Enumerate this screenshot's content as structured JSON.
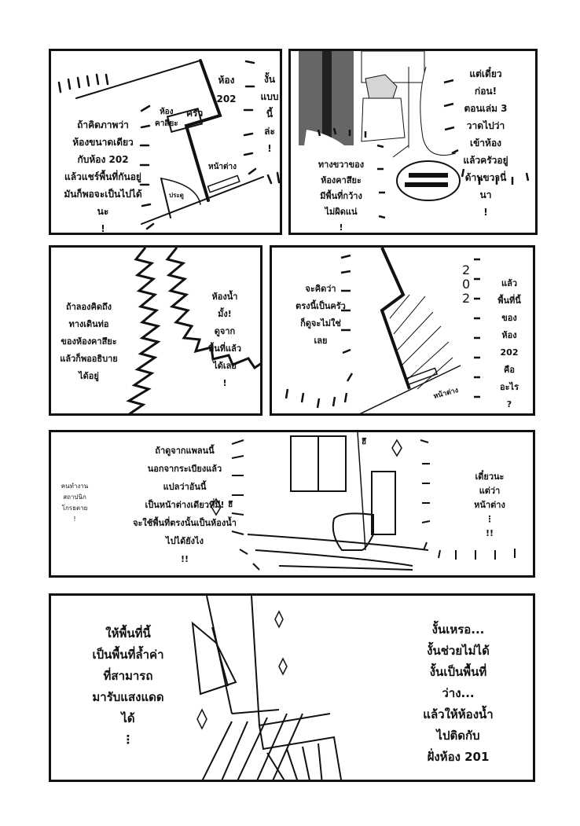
{
  "panel1": {
    "narration": "ถ้าคิดภาพว่า\nห้องขนาดเดียว\nกับห้อง 202\nแล้วแชร์พื้นที่กันอยู่\nมันก็พอจะเป็นไปได้\nนะ\n!",
    "room_202_label": "ห้อง\n202",
    "exclaim": "งั้น\nแบบ\nนี้\nล่ะ\n!",
    "kasuya_room_label": "ห้อง\nคาสึยะ",
    "kitchen_label": "ครัว",
    "window_label": "หน้าต่าง",
    "door_label": "ประตู"
  },
  "panel2": {
    "speech_right": "แต่เดี๋ยวก่อน!\nตอนเล่ม 3\nวาดไปว่าเข้าห้อง\nแล้วครัวอยู่\nด้านขวานี่นา\n!",
    "speech_left": "ทางขวาของ\nห้องคาสึยะ\nมีพื้นที่กว้าง\nไม่ผิดแน่\n!"
  },
  "panel3": {
    "text_left": "ถ้าลองคิดถึง\nทางเดินท่อ\nของห้องคาสึยะ\nแล้วก็พออธิบาย\nได้อยู่",
    "text_right": "ห้องน้ำมั้ง!\nดูจากพื้นที่แล้ว\nได้เลย\n!"
  },
  "panel4": {
    "text_left": "จะคิดว่า\nตรงนี้เป็นครัว\nก็ดูจะไม่ใช่\nเลย",
    "room_number": "2\n0\n2",
    "window_label": "หน้าต่าง",
    "text_right": "แล้ว\nพื้นที่นี้\nของห้อง\n202\nคืออะไร\n?"
  },
  "panel5": {
    "aside": "คนทำงาน\nสถาปนิก\nโกรธตาย\n!",
    "main": "ถ้าดูจากแพลนนี้\nนอกจากระเบียงแล้ว\nแปลว่าอันนี้\nเป็นหน้าต่างเดียวที่มี!\nจะใช้พื้นที่ตรงนั้นเป็นห้องน้ำ\nไปได้ยังไง\n!!",
    "sfx": "ฮึ",
    "sfx2": "ฮึ",
    "right": "เดี๋ยวนะ\nแต่ว่าหน้าต่าง\n⋮\n!!"
  },
  "panel6": {
    "left": "ให้พื้นที่นี้\nเป็นพื้นที่ล้ำค่า\nที่สามารถ\nมารับแสงแดด\nได้\n⋮",
    "right": "งั้นเหรอ...\nงั้นช่วยไม่ได้\nงั้นเป็นพื้นที่ว่าง...\nแล้วให้ห้องน้ำ\nไปติดกับ\nฝั่งห้อง 201"
  }
}
